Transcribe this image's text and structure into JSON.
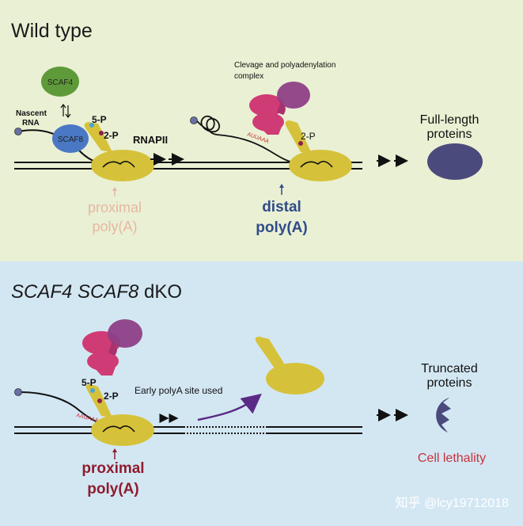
{
  "panels": {
    "wild_type": {
      "title": "Wild type",
      "bg_color": "#eaf0d3",
      "scaf4": "SCAF4",
      "scaf8": "SCAF8",
      "nascent_line1": "Nascent",
      "nascent_line2": "RNA",
      "p5": "5-P",
      "p2": "2-P",
      "rnapii": "RNAPII",
      "cpa_line1": "Clevage and polyadenylation",
      "cpa_line2": "complex",
      "auuaaa": "AUUAAA",
      "p2_right": "2-P",
      "proximal_line1": "proximal",
      "proximal_line2": "poly(A)",
      "distal_line1": "distal",
      "distal_line2": "poly(A)",
      "full_line1": "Full-length",
      "full_line2": "proteins"
    },
    "dko": {
      "title_part1": "SCAF4 SCAF8",
      "title_part2": " dKO",
      "bg_color": "#d3e7f3",
      "p5": "5-P",
      "p2": "2-P",
      "aagaaa": "AAGAAA",
      "early_site": "Early polyA site used",
      "proximal_line1": "proximal",
      "proximal_line2": "poly(A)",
      "truncated_line1": "Truncated",
      "truncated_line2": "proteins",
      "lethality": "Cell lethality"
    }
  },
  "watermark": "知乎 @lcy19712018",
  "colors": {
    "polymerase": "#d6c23a",
    "scaf4": "#5f9a3a",
    "scaf8": "#4a78c4",
    "cpa_pink": "#cf3b74",
    "cpa_purple": "#8e3f86",
    "protein": "#4b4a7c",
    "proximal_pale": "#e5b8a4",
    "distal_blue": "#2f4c8a",
    "proximal_dark": "#8f1c2e",
    "lethality_red": "#c8323a",
    "curve_arrow": "#5b2a86"
  }
}
